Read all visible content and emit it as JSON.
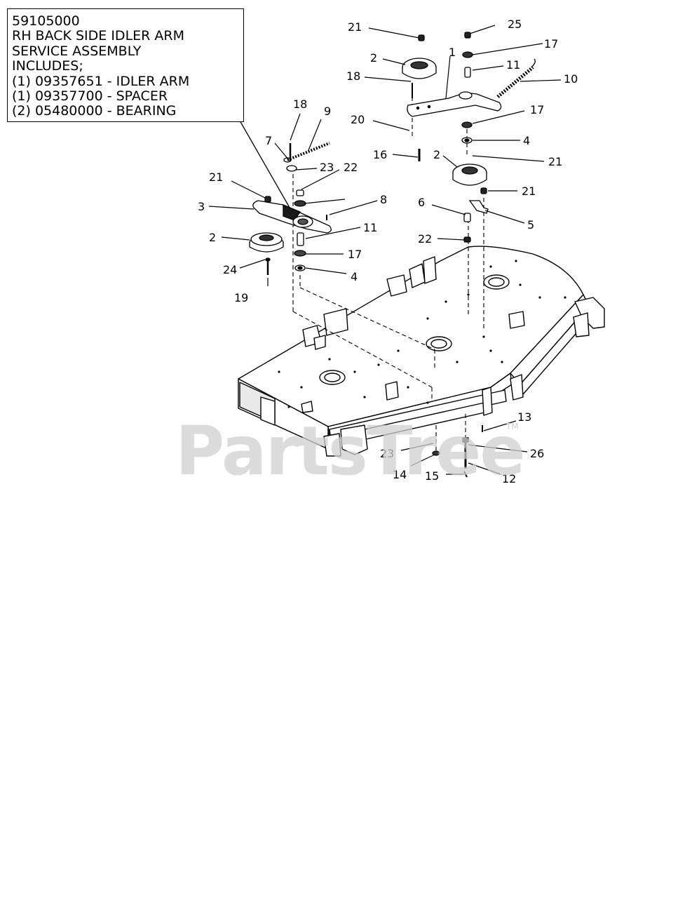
{
  "info_box": {
    "lines": [
      "59105000",
      "RH BACK SIDE IDLER ARM",
      "SERVICE ASSEMBLY",
      "INCLUDES;",
      "(1) 09357651 - IDLER ARM",
      "(1) 09357700 - SPACER",
      "(2) 05480000 - BEARING"
    ]
  },
  "callouts": {
    "c1": "1",
    "c2a": "2",
    "c2b": "2",
    "c2c": "2",
    "c3": "3",
    "c4a": "4",
    "c4b": "4",
    "c5": "5",
    "c6": "6",
    "c7": "7",
    "c8": "8",
    "c9": "9",
    "c10": "10",
    "c11a": "11",
    "c11b": "11",
    "c12": "12",
    "c13": "13",
    "c14": "14",
    "c15": "15",
    "c16": "16",
    "c17a": "17",
    "c17b": "17",
    "c17c": "17",
    "c18a": "18",
    "c18b": "18",
    "c19": "19",
    "c20": "20",
    "c21a": "21",
    "c21b": "21",
    "c21c": "21",
    "c21d": "21",
    "c22a": "22",
    "c22b": "22",
    "c23a": "23",
    "c23b": "23",
    "c24": "24",
    "c25": "25",
    "c26": "26"
  },
  "watermark": {
    "text": "PartsTree",
    "tm": "TM"
  }
}
